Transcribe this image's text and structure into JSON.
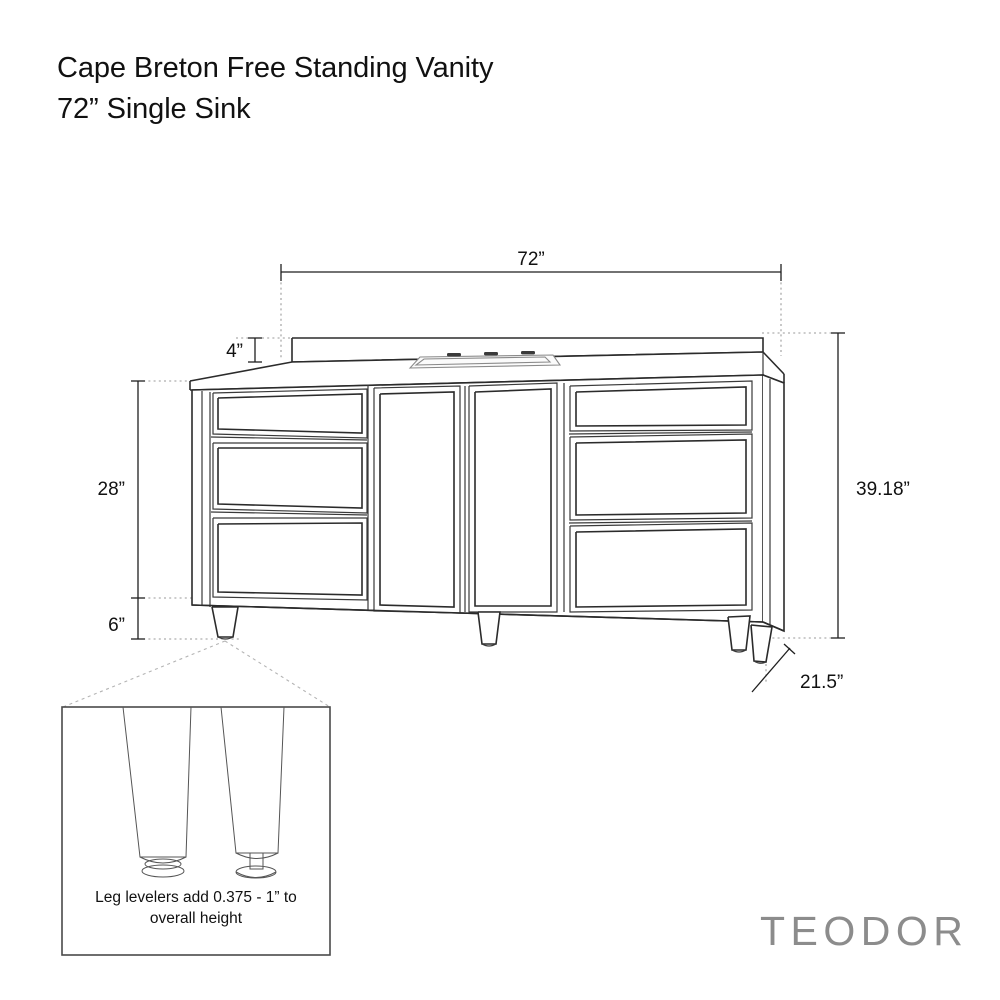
{
  "document": {
    "title_line_1": "Cape Breton Free Standing Vanity",
    "title_line_2": "72” Single Sink",
    "brand": "TEODOR"
  },
  "dimensions": {
    "width_overall": "72”",
    "backsplash_height": "4”",
    "cabinet_body_height": "28”",
    "leg_height": "6”",
    "total_height": "39.18”",
    "depth": "21.5”"
  },
  "callout": {
    "note_line_1": "Leg levelers add 0.375 - 1” to",
    "note_line_2": "overall height"
  },
  "product": {
    "cabinet_layout": {
      "left_bank": "3 drawers",
      "center_bank": "2 doors",
      "right_bank": "3 drawers"
    },
    "faucet_holes": 3
  },
  "colors": {
    "background": "#ffffff",
    "line": "#2b2b2b",
    "dimension_line": "#1f1f1f",
    "extension_line": "#9a9a9a",
    "text": "#111111",
    "brand_text": "#8c8c8c"
  }
}
